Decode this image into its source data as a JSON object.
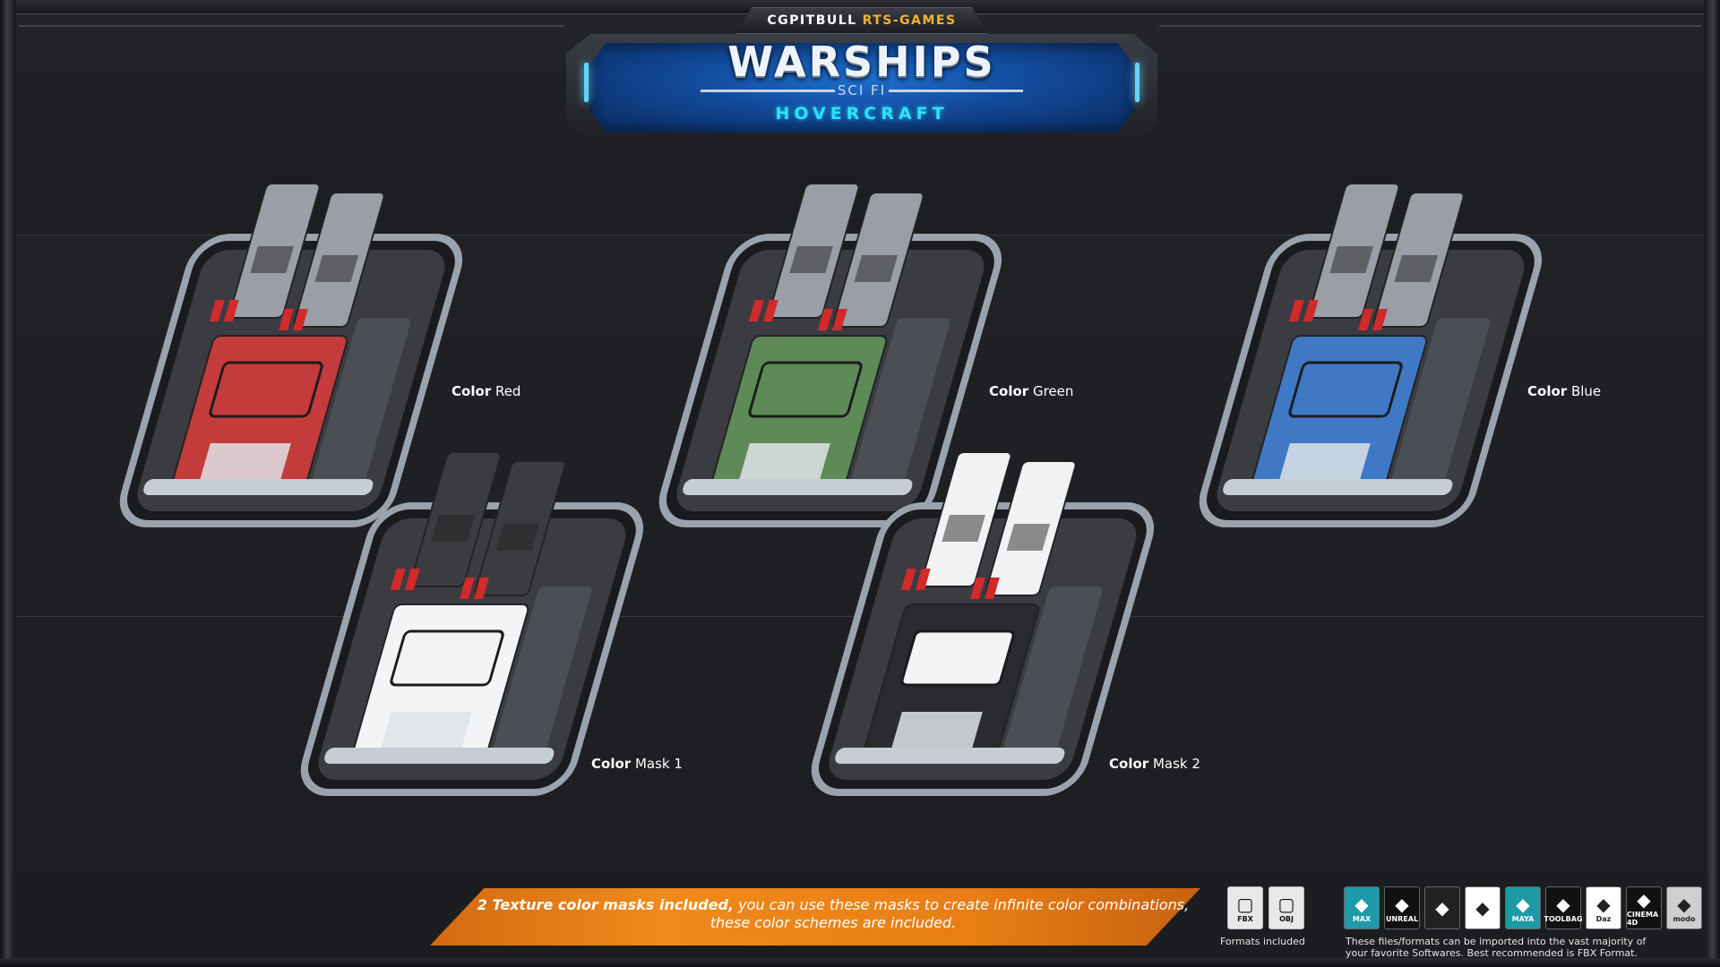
{
  "header": {
    "brand_primary": "CGPITBULL",
    "brand_secondary": "RTS-GAMES",
    "title": "WARSHIPS",
    "subtitle": "SCI FI",
    "tag": "HOVERCRAFT"
  },
  "variants": [
    {
      "label_bold": "Color",
      "label_rest": " Red",
      "hull": "#c33b3a"
    },
    {
      "label_bold": "Color",
      "label_rest": " Green",
      "hull": "#5d8a57"
    },
    {
      "label_bold": "Color",
      "label_rest": " Blue",
      "hull": "#3f78c4"
    },
    {
      "label_bold": "Color",
      "label_rest": " Mask 1",
      "hull": "#f2f4f6"
    },
    {
      "label_bold": "Color",
      "label_rest": " Mask 2",
      "hull": "#f2f4f6"
    }
  ],
  "banner": {
    "strong": "2 Texture color masks included,",
    "rest": " you can use these masks to create infinite color combinations, these color schemes are included."
  },
  "formats": {
    "caption": "Formats included",
    "icons": [
      {
        "name": "fbx-icon",
        "label": "FBX"
      },
      {
        "name": "obj-icon",
        "label": "OBJ"
      }
    ]
  },
  "software": {
    "caption_line1": "These files/formats can be imported into the vast majority of",
    "caption_line2": "your favorite Softwares. Best recommended is FBX Format.",
    "icons": [
      {
        "name": "3dsmax-icon",
        "label": "MAX",
        "color": "#1f9aa8"
      },
      {
        "name": "unreal-icon",
        "label": "UNREAL",
        "color": "#111111"
      },
      {
        "name": "unity-icon",
        "label": "",
        "color": "#222222"
      },
      {
        "name": "blender-icon",
        "label": "",
        "color": "#ffffff"
      },
      {
        "name": "maya-icon",
        "label": "MAYA",
        "color": "#1e9aa6"
      },
      {
        "name": "armory-icon",
        "label": "TOOLBAG",
        "color": "#111111"
      },
      {
        "name": "daz-icon",
        "label": "Daz",
        "color": "#ffffff"
      },
      {
        "name": "cinema4d-icon",
        "label": "CINEMA 4D",
        "color": "#111111"
      },
      {
        "name": "modo-icon",
        "label": "modo",
        "color": "#cfcfcf"
      }
    ]
  }
}
